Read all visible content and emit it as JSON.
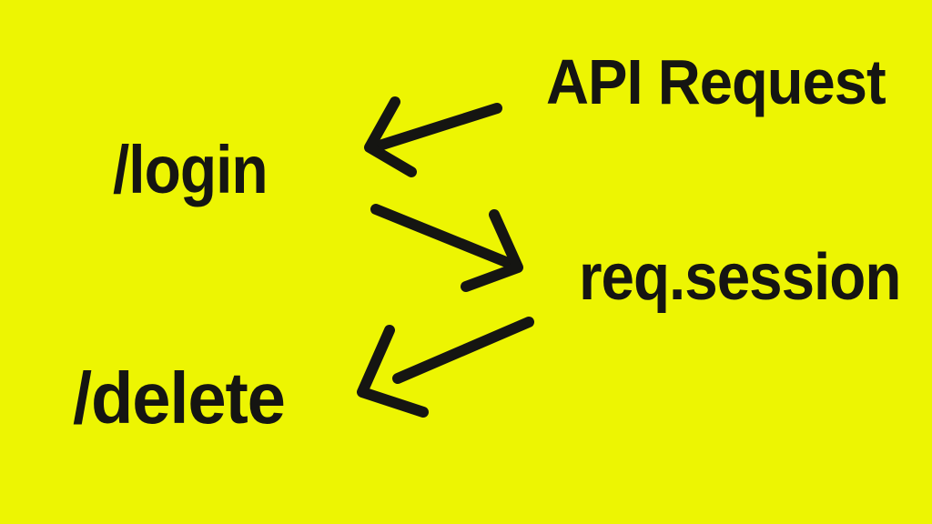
{
  "canvas": {
    "background_color": "#edf502",
    "ink_color": "#151512"
  },
  "diagram": {
    "nodes": [
      {
        "id": "api-request",
        "label": "API Request"
      },
      {
        "id": "login",
        "label": "/login"
      },
      {
        "id": "req-session",
        "label": "req.session"
      },
      {
        "id": "delete",
        "label": "/delete"
      }
    ],
    "edges": [
      {
        "from": "api-request",
        "to": "login"
      },
      {
        "from": "login",
        "to": "req-session"
      },
      {
        "from": "req-session",
        "to": "delete"
      }
    ]
  }
}
